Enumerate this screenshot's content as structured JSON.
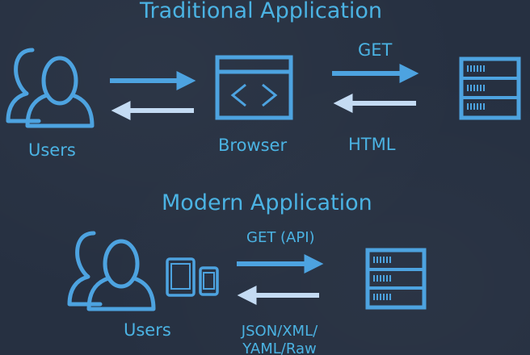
{
  "traditional": {
    "title": "Traditional Application",
    "users_label": "Users",
    "browser_label": "Browser",
    "request_label": "GET",
    "response_label": "HTML"
  },
  "modern": {
    "title": "Modern Application",
    "users_label": "Users",
    "request_label": "GET (API)",
    "response_label_line1": "JSON/XML/",
    "response_label_line2": "YAML/Raw"
  },
  "icons": {
    "users": "users-icon",
    "browser": "code-window-icon",
    "server": "server-rack-icon",
    "devices": "tablet-phone-icon"
  },
  "colors": {
    "background": "#263041",
    "accent": "#4da3e0",
    "accent_light": "#c4dbf3",
    "text": "#4bb3e3"
  }
}
